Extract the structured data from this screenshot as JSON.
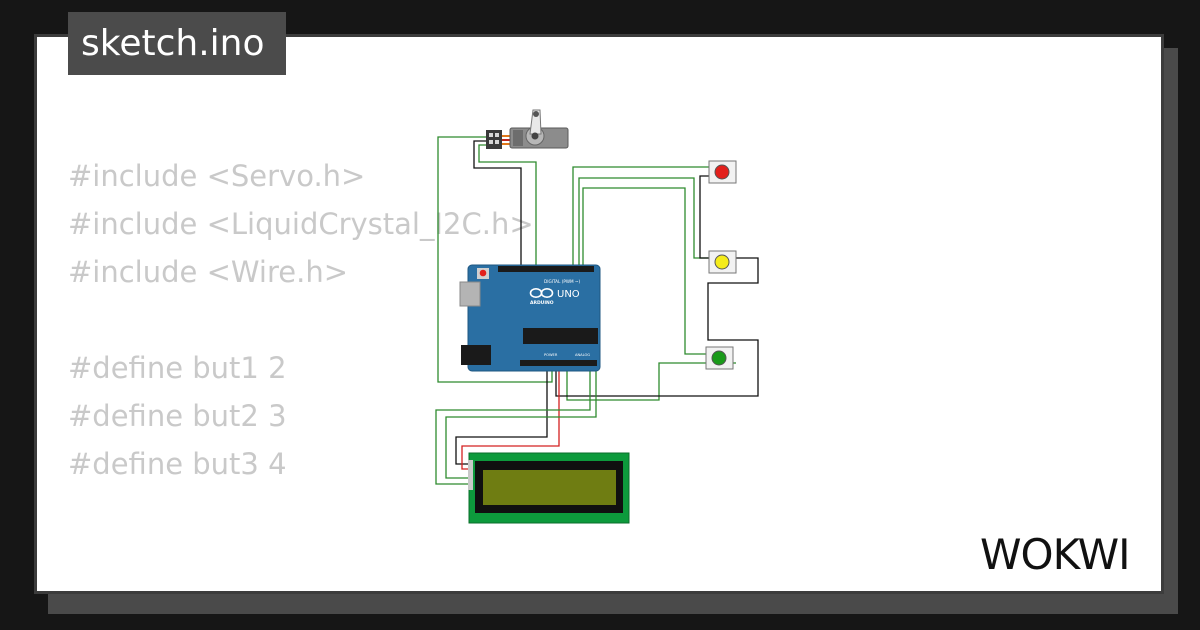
{
  "file_tab": {
    "title": "sketch.ino"
  },
  "code_lines": [
    "#include <Servo.h>",
    "#include <LiquidCrystal_I2C.h>",
    "#include <Wire.h>",
    "",
    "#define but1 2",
    "#define but2 3",
    "#define but3 4"
  ],
  "board": {
    "brand": "ARDUINO",
    "model": "UNO",
    "digital_label": "DIGITAL (PWM ~)",
    "power_label": "POWER",
    "analog_label": "ANALOG"
  },
  "buttons": [
    {
      "color": "#e2201c"
    },
    {
      "color": "#f5ec1a"
    },
    {
      "color": "#1a9a1a"
    }
  ],
  "colors": {
    "wire_green": "#2e8b2e",
    "wire_black": "#111111",
    "wire_red": "#d42020",
    "board_blue": "#2a6fa3",
    "lcd_green": "#0d9a3c",
    "lcd_screen": "#6f7d12"
  },
  "logo": {
    "text": "WOKWI"
  }
}
